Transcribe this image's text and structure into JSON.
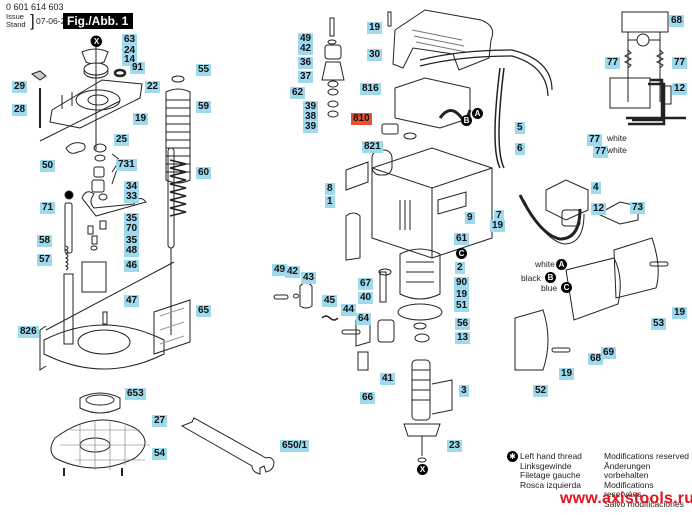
{
  "header": {
    "part_number": "0 601 614 603",
    "issue_label_en": "Issue",
    "issue_label_de": "Stand",
    "issue_date": "07-06-27",
    "figure_title": "Fig./Abb. 1"
  },
  "colors": {
    "label_bg": "#9fd9ee",
    "highlight_label_bg": "#e8502f",
    "url_color": "#e3141c"
  },
  "part_labels": [
    {
      "id": "63",
      "text": "63"
    },
    {
      "id": "24",
      "text": "24"
    },
    {
      "id": "14",
      "text": "14"
    },
    {
      "id": "91",
      "text": "91"
    },
    {
      "id": "29",
      "text": "29"
    },
    {
      "id": "22",
      "text": "22"
    },
    {
      "id": "28",
      "text": "28"
    },
    {
      "id": "19a",
      "text": "19"
    },
    {
      "id": "25",
      "text": "25"
    },
    {
      "id": "50",
      "text": "50"
    },
    {
      "id": "731",
      "text": "731"
    },
    {
      "id": "34",
      "text": "34"
    },
    {
      "id": "33",
      "text": "33"
    },
    {
      "id": "71",
      "text": "71"
    },
    {
      "id": "35a",
      "text": "35"
    },
    {
      "id": "58",
      "text": "58"
    },
    {
      "id": "70",
      "text": "70"
    },
    {
      "id": "35b",
      "text": "35"
    },
    {
      "id": "48",
      "text": "48"
    },
    {
      "id": "57",
      "text": "57"
    },
    {
      "id": "46",
      "text": "46"
    },
    {
      "id": "47",
      "text": "47"
    },
    {
      "id": "826",
      "text": "826"
    },
    {
      "id": "65",
      "text": "65"
    },
    {
      "id": "653",
      "text": "653"
    },
    {
      "id": "27",
      "text": "27"
    },
    {
      "id": "54",
      "text": "54"
    },
    {
      "id": "650_1",
      "text": "650/1"
    },
    {
      "id": "55",
      "text": "55"
    },
    {
      "id": "59",
      "text": "59"
    },
    {
      "id": "60",
      "text": "60"
    },
    {
      "id": "49a",
      "text": "49"
    },
    {
      "id": "42a",
      "text": "42"
    },
    {
      "id": "36",
      "text": "36"
    },
    {
      "id": "37",
      "text": "37"
    },
    {
      "id": "62",
      "text": "62"
    },
    {
      "id": "39a",
      "text": "39"
    },
    {
      "id": "38",
      "text": "38"
    },
    {
      "id": "39b",
      "text": "39"
    },
    {
      "id": "19b",
      "text": "19"
    },
    {
      "id": "30",
      "text": "30"
    },
    {
      "id": "816",
      "text": "816"
    },
    {
      "id": "810",
      "text": "810",
      "highlight": true
    },
    {
      "id": "821",
      "text": "821"
    },
    {
      "id": "8",
      "text": "8"
    },
    {
      "id": "1",
      "text": "1"
    },
    {
      "id": "9",
      "text": "9"
    },
    {
      "id": "61",
      "text": "61"
    },
    {
      "id": "2",
      "text": "2"
    },
    {
      "id": "90",
      "text": "90"
    },
    {
      "id": "19c",
      "text": "19"
    },
    {
      "id": "51",
      "text": "51"
    },
    {
      "id": "56",
      "text": "56"
    },
    {
      "id": "13",
      "text": "13"
    },
    {
      "id": "3",
      "text": "3"
    },
    {
      "id": "23",
      "text": "23"
    },
    {
      "id": "49b",
      "text": "49"
    },
    {
      "id": "42b",
      "text": "42"
    },
    {
      "id": "43",
      "text": "43"
    },
    {
      "id": "45",
      "text": "45"
    },
    {
      "id": "44",
      "text": "44"
    },
    {
      "id": "64",
      "text": "64"
    },
    {
      "id": "67",
      "text": "67"
    },
    {
      "id": "40",
      "text": "40"
    },
    {
      "id": "41",
      "text": "41"
    },
    {
      "id": "66",
      "text": "66"
    },
    {
      "id": "5",
      "text": "5"
    },
    {
      "id": "6",
      "text": "6"
    },
    {
      "id": "77a",
      "text": "77"
    },
    {
      "id": "77b",
      "text": "77"
    },
    {
      "id": "4",
      "text": "4"
    },
    {
      "id": "7",
      "text": "7"
    },
    {
      "id": "19d",
      "text": "19"
    },
    {
      "id": "12a",
      "text": "12"
    },
    {
      "id": "73",
      "text": "73"
    },
    {
      "id": "68a",
      "text": "68"
    },
    {
      "id": "77c",
      "text": "77"
    },
    {
      "id": "77d",
      "text": "77"
    },
    {
      "id": "12b",
      "text": "12"
    },
    {
      "id": "53",
      "text": "53"
    },
    {
      "id": "19e",
      "text": "19"
    },
    {
      "id": "69",
      "text": "69"
    },
    {
      "id": "68b",
      "text": "68"
    },
    {
      "id": "19f",
      "text": "19"
    },
    {
      "id": "52",
      "text": "52"
    }
  ],
  "wire_notes": {
    "white1": "white",
    "white2": "white",
    "white3": "white",
    "black": "black",
    "blue": "blue"
  },
  "connector_marks": {
    "A": "A",
    "B": "B",
    "C": "C",
    "X": "X"
  },
  "legend": {
    "lines": [
      "Left hand thread",
      "Linksgewinde",
      "Filetage gauche",
      "Rosca izquierda"
    ]
  },
  "modifications": {
    "lines": [
      "Modifications reserved",
      "Änderungen vorbehalten",
      "Modifications reservées",
      "Salvo modificaciones"
    ]
  },
  "website": "www.axistools.ru"
}
